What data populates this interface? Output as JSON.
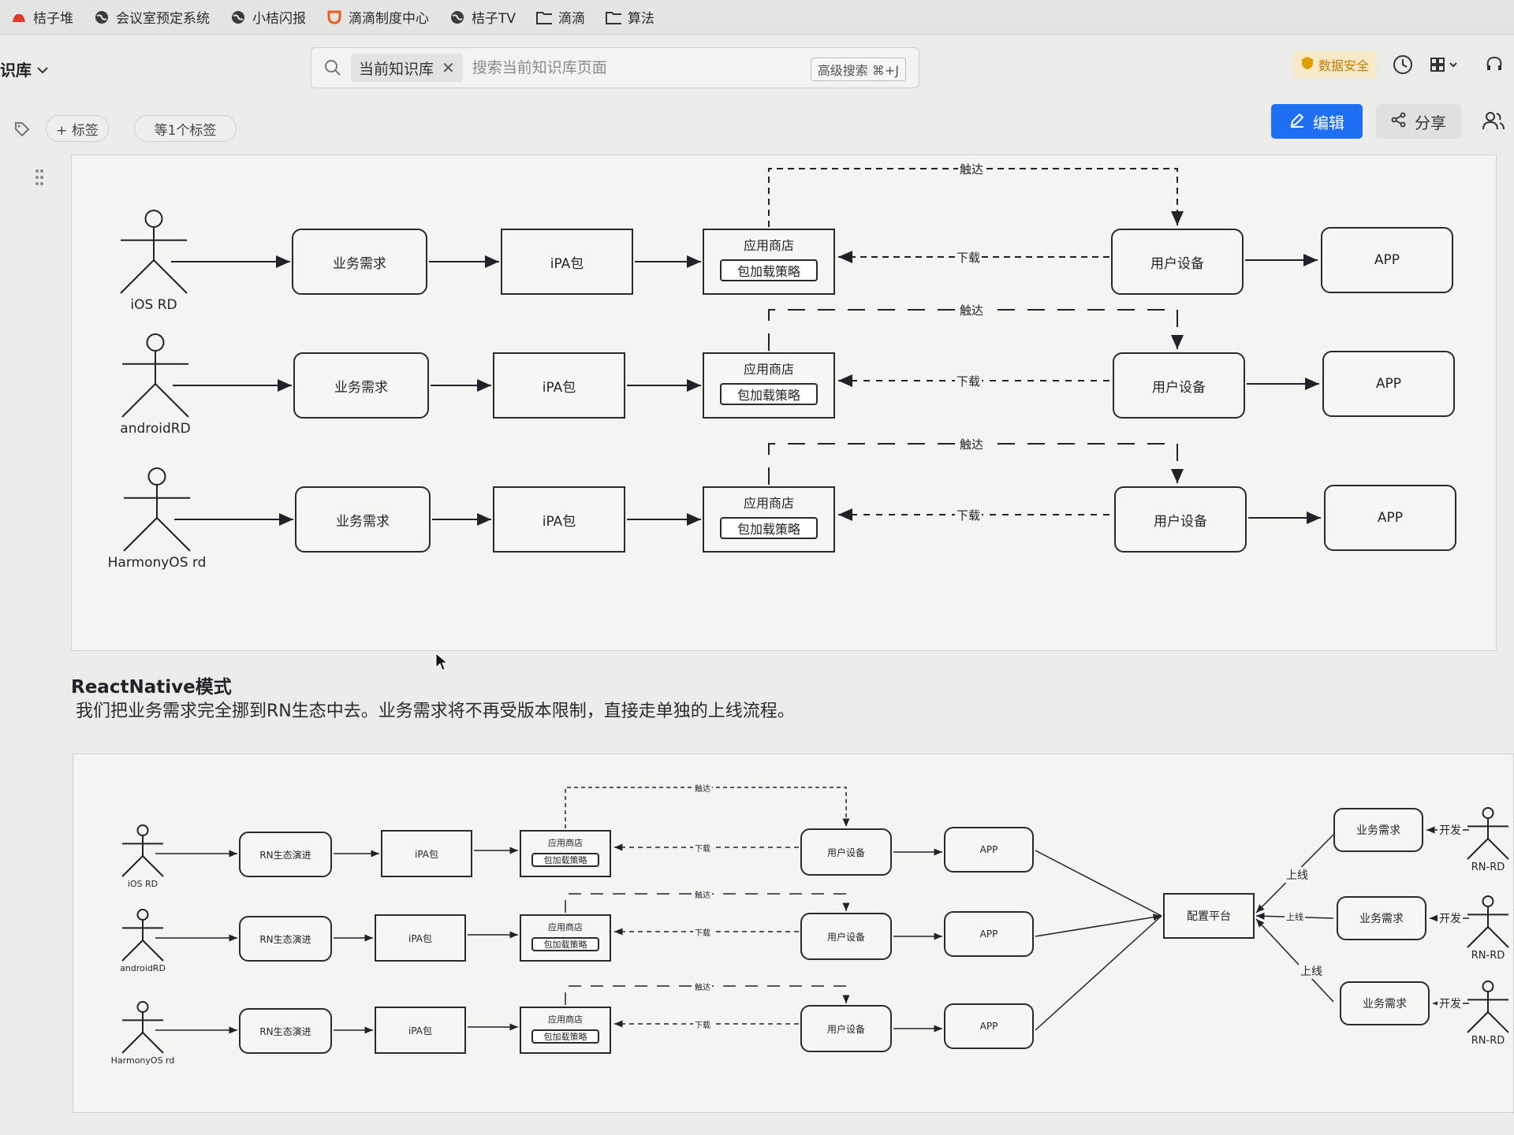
{
  "bookmarks": [
    {
      "label": "桔子堆",
      "icon": "orange-logo-icon"
    },
    {
      "label": "会议室预定系统",
      "icon": "globe-icon"
    },
    {
      "label": "小桔闪报",
      "icon": "globe-icon"
    },
    {
      "label": "滴滴制度中心",
      "icon": "didi-logo-icon"
    },
    {
      "label": "桔子TV",
      "icon": "globe-icon"
    },
    {
      "label": "滴滴",
      "icon": "folder-icon"
    },
    {
      "label": "算法",
      "icon": "folder-icon"
    }
  ],
  "topbar": {
    "kb_title": "识库",
    "scope_label": "当前知识库",
    "search_placeholder": "搜索当前知识库页面",
    "advanced_search": "高级搜索 ⌘+J",
    "data_security": "数据安全"
  },
  "tags": {
    "add_tag": "+ 标签",
    "tag_count": "等1个标签"
  },
  "actions": {
    "edit": "编辑",
    "share": "分享"
  },
  "diagram1": {
    "rows": [
      {
        "actor": "iOS RD",
        "req": "业务需求",
        "pkg": "iPA包",
        "store": "应用商店",
        "strategy": "包加载策略",
        "reach": "触达",
        "download": "下载",
        "device": "用户设备",
        "app": "APP"
      },
      {
        "actor": "androidRD",
        "req": "业务需求",
        "pkg": "iPA包",
        "store": "应用商店",
        "strategy": "包加载策略",
        "reach": "触达",
        "download": "下载",
        "device": "用户设备",
        "app": "APP"
      },
      {
        "actor": "HarmonyOS rd",
        "req": "业务需求",
        "pkg": "iPA包",
        "store": "应用商店",
        "strategy": "包加载策略",
        "reach": "触达",
        "download": "下载",
        "device": "用户设备",
        "app": "APP"
      }
    ]
  },
  "section": {
    "heading": "ReactNative模式",
    "description": "我们把业务需求完全挪到RN生态中去。业务需求将不再受版本限制，直接走单独的上线流程。"
  },
  "diagram2": {
    "rows": [
      {
        "actor": "iOS RD",
        "rn": "RN生态演进",
        "pkg": "iPA包",
        "store": "应用商店",
        "strategy": "包加载策略",
        "reach": "触达",
        "download": "下载",
        "device": "用户设备",
        "app": "APP"
      },
      {
        "actor": "androidRD",
        "rn": "RN生态演进",
        "pkg": "iPA包",
        "store": "应用商店",
        "strategy": "包加载策略",
        "reach": "触达",
        "download": "下载",
        "device": "用户设备",
        "app": "APP"
      },
      {
        "actor": "HarmonyOS rd",
        "rn": "RN生态演进",
        "pkg": "iPA包",
        "store": "应用商店",
        "strategy": "包加载策略",
        "reach": "触达",
        "download": "下载",
        "device": "用户设备",
        "app": "APP"
      }
    ],
    "config_platform": "配置平台",
    "right": [
      {
        "req": "业务需求",
        "dev": "开发",
        "online": "上线",
        "actor": "RN-RD"
      },
      {
        "req": "业务需求",
        "dev": "开发",
        "online": "上线",
        "actor": "RN-RD"
      },
      {
        "req": "业务需求",
        "dev": "开发",
        "online": "上线",
        "actor": "RN-RD"
      }
    ]
  }
}
